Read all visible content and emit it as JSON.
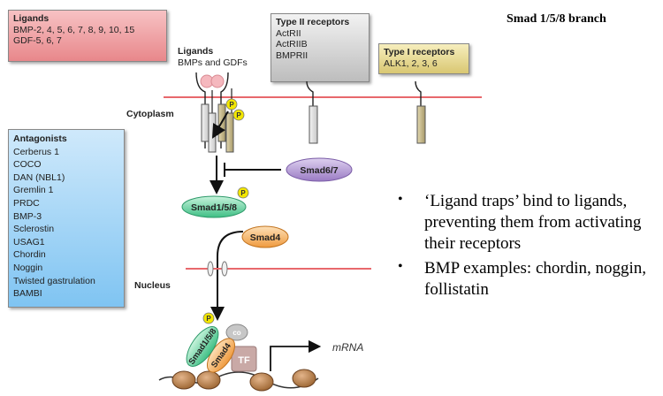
{
  "ligands_box": {
    "title": "Ligands",
    "lines": [
      "BMP-2, 4, 5, 6, 7, 8, 9, 10, 15",
      "GDF-5, 6, 7"
    ]
  },
  "type2_box": {
    "title": "Type II receptors",
    "lines": [
      "ActRII",
      "ActRIIB",
      "BMPRII"
    ]
  },
  "type1_box": {
    "title": "Type I receptors",
    "lines": [
      "ALK1, 2, 3, 6"
    ]
  },
  "branch_title": "Smad 1/5/8 branch",
  "ligands_label": {
    "title": "Ligands",
    "subtitle": "BMPs and GDFs"
  },
  "cytoplasm_label": "Cytoplasm",
  "nucleus_label": "Nucleus",
  "antagonists_box": {
    "title": "Antagonists",
    "items": [
      "Cerberus 1",
      "COCO",
      "DAN (NBL1)",
      "Gremlin 1",
      "PRDC",
      "BMP-3",
      "Sclerostin",
      "USAG1",
      "Chordin",
      "Noggin",
      "Twisted gastrulation",
      "BAMBI"
    ]
  },
  "diagram": {
    "phospho": "P",
    "smad67": "Smad6/7",
    "smad158": "Smad1/5/8",
    "smad4": "Smad4",
    "co": "co",
    "tf": "TF",
    "mrna": "mRNA"
  },
  "bullets": [
    "‘Ligand traps’ bind to ligands, preventing them from activating their receptors",
    "BMP examples: chordin, noggin, follistatin"
  ],
  "colors": {
    "membrane": "#e8686c",
    "ligand_box": "#e8878b",
    "antagonist_box": "#7fc4f2",
    "type1_box": "#d9c772",
    "smad158": "#3fbf85",
    "smad4": "#ef9a3e",
    "smad67": "#9a7bc4",
    "phospho": "#f2e600"
  }
}
